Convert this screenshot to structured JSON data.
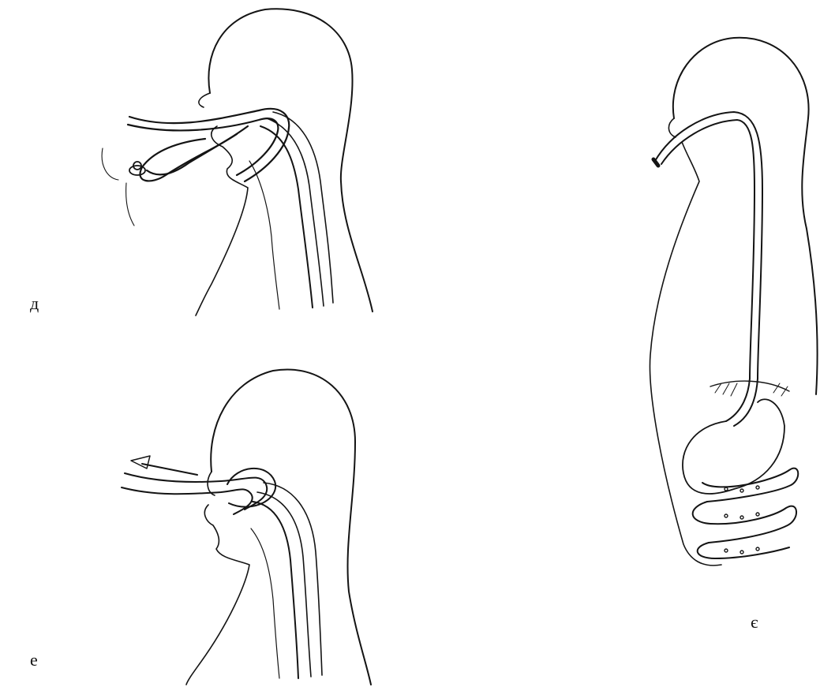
{
  "figure": {
    "panels": [
      {
        "id": "d",
        "label": "д"
      },
      {
        "id": "e",
        "label": "е"
      },
      {
        "id": "ye",
        "label": "є"
      }
    ]
  },
  "colors": {
    "ink": "#141414",
    "background": "#ffffff"
  }
}
